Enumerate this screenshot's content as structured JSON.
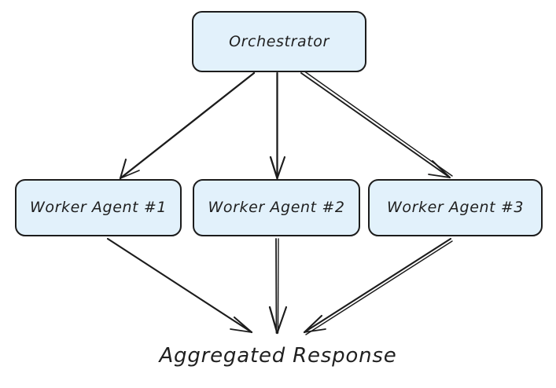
{
  "diagram": {
    "type": "flow-diagram",
    "title": "Orchestrator Worker Agents Aggregation",
    "style": "hand-drawn sketch",
    "background_color": "#ffffff",
    "node_fill_color": "#e2f1fb",
    "node_border_color": "#1c1c1c",
    "text_color": "#1f1f1f",
    "edge_color": "#1c1c1c",
    "nodes": [
      {
        "id": "orchestrator",
        "label": "Orchestrator",
        "shape": "rounded-rectangle",
        "row": "top"
      },
      {
        "id": "worker-1",
        "label": "Worker Agent #1",
        "shape": "rounded-rectangle",
        "row": "middle"
      },
      {
        "id": "worker-2",
        "label": "Worker Agent #2",
        "shape": "rounded-rectangle",
        "row": "middle"
      },
      {
        "id": "worker-3",
        "label": "Worker Agent #3",
        "shape": "rounded-rectangle",
        "row": "middle"
      },
      {
        "id": "aggregated-response",
        "label": "Aggregated Response",
        "shape": "plain-text",
        "row": "bottom"
      }
    ],
    "edges": [
      {
        "id": "edge-orch-w1",
        "from": "orchestrator",
        "to": "worker-1",
        "arrow": "end"
      },
      {
        "id": "edge-orch-w2",
        "from": "orchestrator",
        "to": "worker-2",
        "arrow": "end"
      },
      {
        "id": "edge-orch-w3",
        "from": "orchestrator",
        "to": "worker-3",
        "arrow": "end"
      },
      {
        "id": "edge-w1-agg",
        "from": "worker-1",
        "to": "aggregated-response",
        "arrow": "end"
      },
      {
        "id": "edge-w2-agg",
        "from": "worker-2",
        "to": "aggregated-response",
        "arrow": "end"
      },
      {
        "id": "edge-w3-agg",
        "from": "worker-3",
        "to": "aggregated-response",
        "arrow": "end"
      }
    ]
  }
}
